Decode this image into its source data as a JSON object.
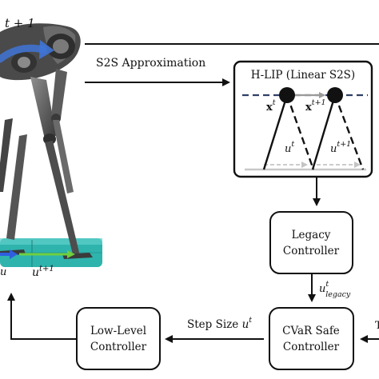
{
  "robot": {
    "time_label": "t + 1",
    "u_label_left": "u",
    "u_label_base": "u",
    "u_label_sup": "t+1"
  },
  "s2s_label": "S2S Approximation",
  "hlip": {
    "title": "H-LIP (Linear S2S)",
    "x_t_base": "x",
    "x_t_sup": "t",
    "x_t1_base": "x",
    "x_t1_sup": "t+1",
    "u_t_base": "u",
    "u_t_sup": "t",
    "u_t1_base": "u",
    "u_t1_sup": "t+1"
  },
  "legacy": {
    "line1": "Legacy",
    "line2": "Controller",
    "output_base": "u",
    "output_sup": "t",
    "output_sub": "legacy"
  },
  "cvar": {
    "line1": "CVaR Safe",
    "line2": "Controller"
  },
  "lowlevel": {
    "line1": "Low-Level",
    "line2": "Controller"
  },
  "step_label": "Step Size ",
  "step_var_base": "u",
  "step_var_sup": "t",
  "right_cut_label": "T"
}
